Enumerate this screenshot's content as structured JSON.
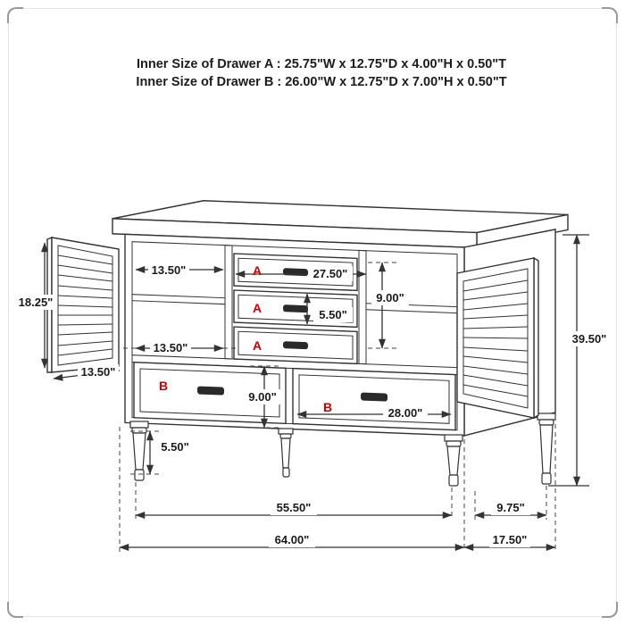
{
  "header": {
    "line1": "Inner Size of Drawer A : 25.75\"W x 12.75\"D x 4.00\"H x 0.50\"T",
    "line2": "Inner Size of Drawer B : 26.00\"W x 12.75\"D x 7.00\"H x 0.50\"T"
  },
  "drawer_labels": {
    "a": "A",
    "b": "B"
  },
  "dimensions": {
    "door_height": "18.25\"",
    "upper_shelf_width": "13.50\"",
    "drawer_a_width": "27.50\"",
    "upper_opening_height": "9.00\"",
    "drawer_a_front_height": "5.50\"",
    "lower_shelf_width": "13.50\"",
    "door_width": "13.50\"",
    "drawer_b_height": "9.00\"",
    "drawer_b_width": "28.00\"",
    "overall_height": "39.50\"",
    "leg_height": "5.50\"",
    "front_leg_span": "55.50\"",
    "rear_leg_offset": "9.75\"",
    "overall_width": "64.00\"",
    "overall_depth": "17.50\""
  },
  "colors": {
    "line": "#333333",
    "text": "#1a1a1a",
    "accent_red": "#cc0000",
    "frame_border": "#e4e4e4"
  }
}
